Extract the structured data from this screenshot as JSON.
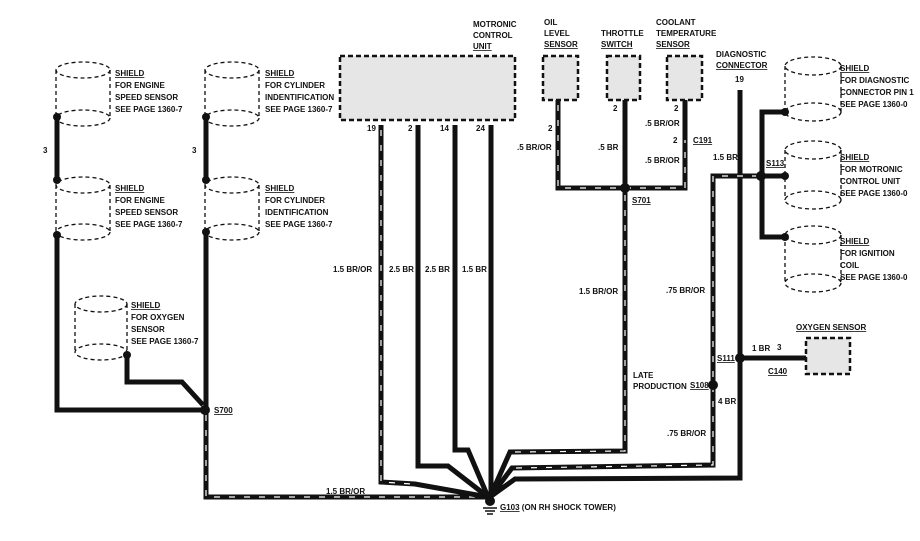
{
  "components": {
    "mcu": [
      "MOTRONIC",
      "CONTROL",
      "UNIT"
    ],
    "mcu_pins": [
      "19",
      "2",
      "14",
      "24"
    ],
    "oil": [
      "OIL",
      "LEVEL",
      "SENSOR"
    ],
    "throttle": [
      "THROTTLE",
      "SWITCH"
    ],
    "coolant": [
      "COOLANT",
      "TEMPERATURE",
      "SENSOR"
    ],
    "diag": [
      "DIAGNOSTIC",
      "CONNECTOR"
    ],
    "diag_pin": "19",
    "oxygen": "OXYGEN SENSOR"
  },
  "shields": [
    {
      "title": "SHIELD",
      "lines": [
        "FOR ENGINE",
        "SPEED SENSOR",
        "SEE PAGE 1360-7"
      ]
    },
    {
      "title": "SHIELD",
      "lines": [
        "FOR ENGINE",
        "SPEED SENSOR",
        "SEE PAGE 1360-7"
      ]
    },
    {
      "title": "SHIELD",
      "lines": [
        "FOR CYLINDER",
        "INDENTIFICATION",
        "SEE PAGE 1360-7"
      ]
    },
    {
      "title": "SHIELD",
      "lines": [
        "FOR CYLINDER",
        "IDENTIFICATION",
        "SEE PAGE 1360-7"
      ]
    },
    {
      "title": "SHIELD",
      "lines": [
        "FOR OXYGEN",
        "SENSOR",
        "SEE PAGE 1360-7"
      ]
    },
    {
      "title": "SHIELD",
      "lines": [
        "FOR DIAGNOSTIC",
        "CONNECTOR PIN 1",
        "SEE PAGE 1360-0"
      ]
    },
    {
      "title": "SHIELD",
      "lines": [
        "FOR MOTRONIC",
        "CONTROL UNIT",
        "SEE PAGE 1360-0"
      ]
    },
    {
      "title": "SHIELD",
      "lines": [
        "FOR IGNITION",
        "COIL",
        "SEE PAGE 1360-0"
      ]
    }
  ],
  "wires": {
    "w19": "1.5 BR/OR",
    "w2": "2.5 BR",
    "w14": "2.5 BR",
    "w24": "1.5 BR",
    "oil": ".5 BR/OR",
    "throttle": ".5 BR",
    "coolant_top": ".5 BR/OR",
    "coolant_bot": ".5 BR/OR",
    "s701_down": "1.5 BR/OR",
    "diag": "1.5 BR",
    "s113_down": ".75 BR/OR",
    "s108_down": ".75 BR/OR",
    "s111": "4 BR",
    "oxygen": "1 BR",
    "s700": "1.5 BR/OR"
  },
  "pins": {
    "oil": "2",
    "oil_conn": "2",
    "throttle": "2",
    "coolant": "2",
    "c191": "2",
    "left_conn1": "3",
    "left_conn2": "3",
    "c140": "3"
  },
  "splices": {
    "s700": "S700",
    "s701": "S701",
    "s113": "S113",
    "s111": "S111",
    "s108": "S108",
    "c191": "C191",
    "c140": "C140"
  },
  "late_production": [
    "LATE",
    "PRODUCTION"
  ],
  "ground": {
    "id": "G103",
    "desc": " (ON RH SHOCK TOWER)"
  }
}
